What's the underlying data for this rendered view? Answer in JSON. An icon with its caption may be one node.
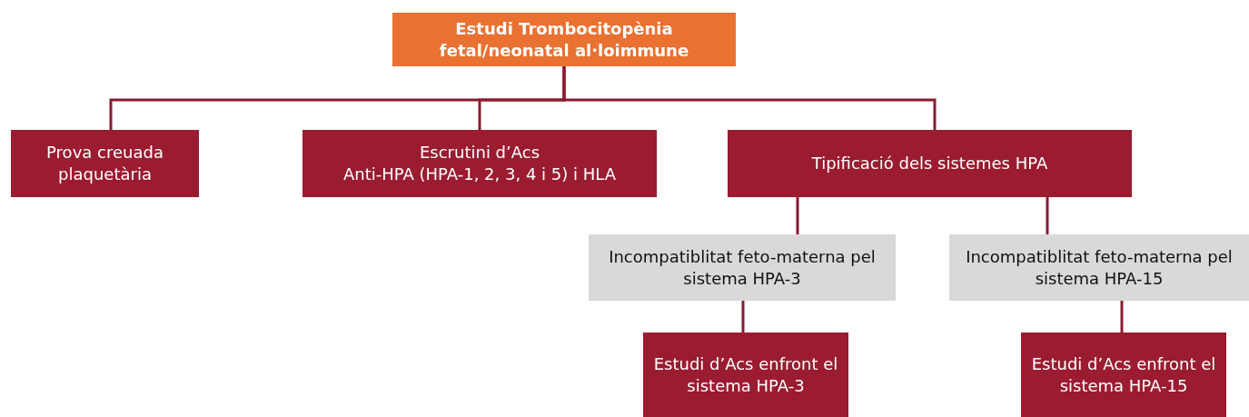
{
  "diagram": {
    "nodes": [
      {
        "text": [
          "Estudi Trombocitopènia fetal/neonatal al·loimmune"
        ]
      },
      {
        "text": [
          "Prova creuada plaquetària"
        ]
      },
      {
        "text": [
          "Escrutini d’Acs",
          "Anti-HPA (HPA-1, 2, 3, 4 i 5) i HLA"
        ]
      },
      {
        "text": [
          "Tipificació dels sistemes HPA"
        ]
      },
      {
        "text": [
          "Incompatiblitat feto-materna pel sistema HPA-3"
        ]
      },
      {
        "text": [
          "Incompatiblitat feto-materna pel sistema HPA-15"
        ]
      },
      {
        "text": [
          "Estudi d’Acs enfront el sistema HPA-3"
        ]
      },
      {
        "text": [
          "Estudi d’Acs enfront el sistema HPA-15"
        ]
      }
    ],
    "edges": [
      {
        "from": 0,
        "to": 1,
        "arrow": "none"
      },
      {
        "from": 0,
        "to": 2,
        "arrow": "none"
      },
      {
        "from": 0,
        "to": 3,
        "arrow": "none"
      },
      {
        "from": 3,
        "to": 4,
        "arrow": "none"
      },
      {
        "from": 3,
        "to": 5,
        "arrow": "none"
      },
      {
        "from": 4,
        "to": 6,
        "arrow": "none"
      },
      {
        "from": 5,
        "to": 7,
        "arrow": "none"
      }
    ]
  }
}
